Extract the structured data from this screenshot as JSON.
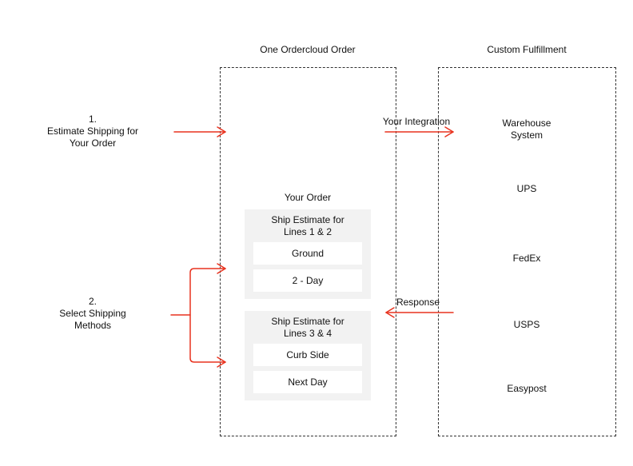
{
  "headers": {
    "order": "One Ordercloud Order",
    "fulfillment": "Custom Fulfillment"
  },
  "steps": {
    "step1": {
      "number": "1.",
      "line1": "Estimate Shipping for",
      "line2": "Your Order"
    },
    "step2": {
      "number": "2.",
      "line1": "Select Shipping",
      "line2": "Methods"
    }
  },
  "order": {
    "title": "Your Order",
    "group1": {
      "title_line1": "Ship Estimate for",
      "title_line2": "Lines 1 & 2",
      "options": [
        "Ground",
        "2 - Day"
      ]
    },
    "group2": {
      "title_line1": "Ship Estimate for",
      "title_line2": "Lines 3 & 4",
      "options": [
        "Curb Side",
        "Next Day"
      ]
    }
  },
  "connections": {
    "integration": "Your Integration",
    "response": "Response"
  },
  "fulfillment": {
    "warehouse_line1": "Warehouse",
    "warehouse_line2": "System",
    "carriers": [
      "UPS",
      "FedEx",
      "USPS",
      "Easypost"
    ]
  },
  "colors": {
    "arrow": "#e8321e",
    "panel": "#f2f2f2"
  }
}
